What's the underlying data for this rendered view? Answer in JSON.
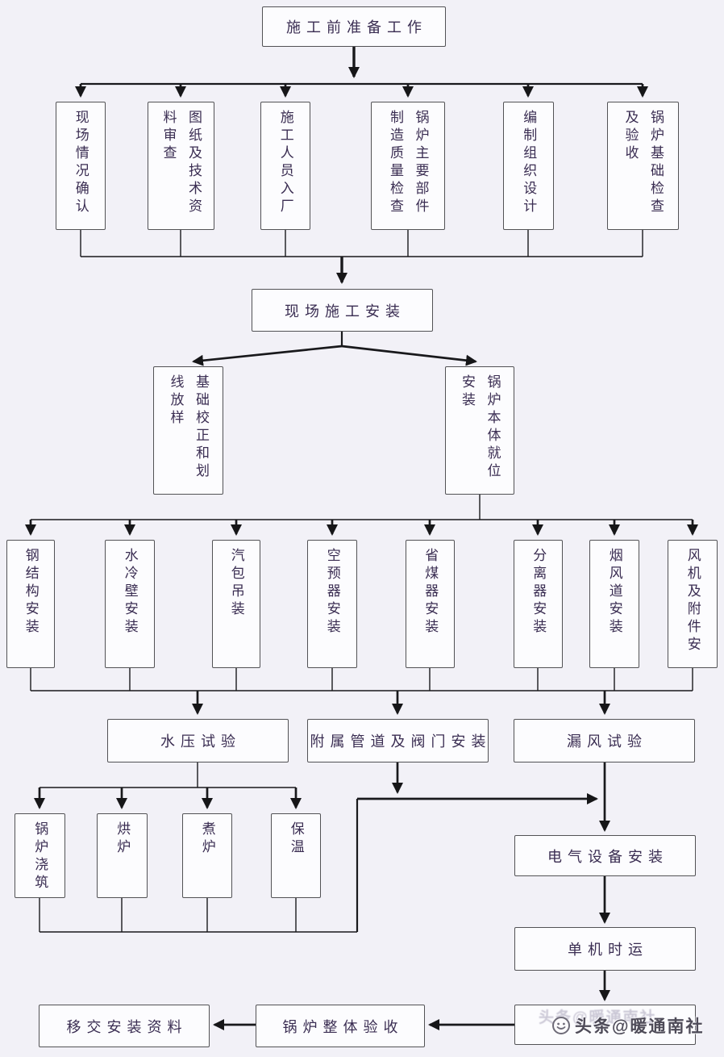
{
  "colors": {
    "background": "#f2f1f7",
    "box_fill": "#fcfcfe",
    "box_border": "#525255",
    "text": "#3a2d52",
    "line": "#19191c"
  },
  "nodes": {
    "prep": {
      "label": "施工前准备工作"
    },
    "site_confirm": {
      "label": "现场情况确认"
    },
    "drawing_review": {
      "label": "图纸及技术资料审查"
    },
    "workers_enter": {
      "label": "施工人员入厂"
    },
    "component_inspection": {
      "label": "锅炉主要部件制造质量检查"
    },
    "org_design": {
      "label": "编制组织设计"
    },
    "foundation_check": {
      "label": "锅炉基础检查及验收"
    },
    "site_install": {
      "label": "现场施工安装"
    },
    "foundation_correction": {
      "label": "基础校正和划线放样"
    },
    "boiler_body": {
      "label": "锅炉本体就位安装"
    },
    "steel_structure": {
      "label": "钢结构安装"
    },
    "water_wall": {
      "label": "水冷壁安装"
    },
    "steam_drum": {
      "label": "汽包吊装"
    },
    "air_preheater": {
      "label": "空预器安装"
    },
    "economizer": {
      "label": "省煤器安装"
    },
    "separator": {
      "label": "分离器安装"
    },
    "flue_duct": {
      "label": "烟风道安装"
    },
    "fan_accessories": {
      "label": "风机及附件安"
    },
    "hydro_test": {
      "label": "水压试验"
    },
    "aux_piping": {
      "label": "附属管道及阀门安装"
    },
    "leak_test": {
      "label": "漏风试验"
    },
    "boiler_pouring": {
      "label": "锅炉浇筑"
    },
    "furnace_drying": {
      "label": "烘炉"
    },
    "furnace_boiling": {
      "label": "煮炉"
    },
    "insulation": {
      "label": "保温"
    },
    "electrical": {
      "label": "电气设备安装"
    },
    "single_run": {
      "label": "单机时运"
    },
    "overall_acceptance": {
      "label": "锅炉整体验收"
    },
    "handover": {
      "label": "移交安装资料"
    }
  },
  "watermark": {
    "text": "头条@暖通南社",
    "icon": "toutiao-logo-icon"
  },
  "edges": [
    {
      "from": [
        "prep"
      ],
      "to": [
        "site_confirm",
        "drawing_review",
        "workers_enter",
        "component_inspection",
        "org_design",
        "foundation_check"
      ]
    },
    {
      "from": [
        "site_confirm",
        "drawing_review",
        "workers_enter",
        "component_inspection",
        "org_design",
        "foundation_check"
      ],
      "to": [
        "site_install"
      ]
    },
    {
      "from": [
        "site_install"
      ],
      "to": [
        "foundation_correction",
        "boiler_body"
      ]
    },
    {
      "from": [
        "boiler_body"
      ],
      "to": [
        "steel_structure",
        "water_wall",
        "steam_drum",
        "air_preheater",
        "economizer",
        "separator",
        "flue_duct",
        "fan_accessories"
      ]
    },
    {
      "from": [
        "steel_structure",
        "water_wall",
        "steam_drum",
        "air_preheater",
        "economizer",
        "separator",
        "flue_duct",
        "fan_accessories"
      ],
      "to": [
        "hydro_test",
        "aux_piping",
        "leak_test"
      ]
    },
    {
      "from": [
        "hydro_test"
      ],
      "to": [
        "boiler_pouring",
        "furnace_drying",
        "furnace_boiling",
        "insulation"
      ]
    },
    {
      "from": [
        "boiler_pouring",
        "furnace_drying",
        "furnace_boiling",
        "insulation",
        "aux_piping",
        "leak_test"
      ],
      "to": [
        "electrical"
      ]
    },
    {
      "from": [
        "electrical"
      ],
      "to": [
        "single_run"
      ]
    },
    {
      "from": [
        "single_run"
      ],
      "to": [
        "watermarked_step"
      ]
    },
    {
      "from": [
        "watermarked_step"
      ],
      "to": [
        "overall_acceptance"
      ]
    },
    {
      "from": [
        "overall_acceptance"
      ],
      "to": [
        "handover"
      ]
    }
  ]
}
